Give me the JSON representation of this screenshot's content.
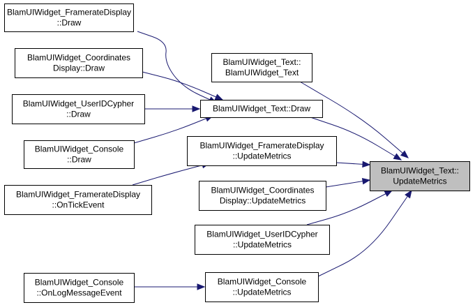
{
  "graph": {
    "edge_color": "#191970",
    "focus_fill": "#bfbfbf",
    "nodes": {
      "framerate_draw": {
        "lines": [
          "BlamUIWidget_FramerateDisplay",
          "::Draw"
        ]
      },
      "coordinates_draw": {
        "lines": [
          "BlamUIWidget_Coordinates",
          "Display::Draw"
        ]
      },
      "userid_draw": {
        "lines": [
          "BlamUIWidget_UserIDCypher",
          "::Draw"
        ]
      },
      "console_draw": {
        "lines": [
          "BlamUIWidget_Console",
          "::Draw"
        ]
      },
      "framerate_tick": {
        "lines": [
          "BlamUIWidget_FramerateDisplay",
          "::OnTickEvent"
        ]
      },
      "console_log": {
        "lines": [
          "BlamUIWidget_Console",
          "::OnLogMessageEvent"
        ]
      },
      "text_ctor": {
        "lines": [
          "BlamUIWidget_Text::",
          "BlamUIWidget_Text"
        ]
      },
      "text_draw": {
        "lines": [
          "BlamUIWidget_Text::Draw"
        ]
      },
      "framerate_update": {
        "lines": [
          "BlamUIWidget_FramerateDisplay",
          "::UpdateMetrics"
        ]
      },
      "coordinates_update": {
        "lines": [
          "BlamUIWidget_Coordinates",
          "Display::UpdateMetrics"
        ]
      },
      "userid_update": {
        "lines": [
          "BlamUIWidget_UserIDCypher",
          "::UpdateMetrics"
        ]
      },
      "console_update": {
        "lines": [
          "BlamUIWidget_Console",
          "::UpdateMetrics"
        ]
      },
      "text_update": {
        "lines": [
          "BlamUIWidget_Text::",
          "UpdateMetrics"
        ],
        "focus": true
      }
    },
    "edges": [
      [
        "framerate_draw",
        "text_draw"
      ],
      [
        "coordinates_draw",
        "text_draw"
      ],
      [
        "userid_draw",
        "text_draw"
      ],
      [
        "console_draw",
        "text_draw"
      ],
      [
        "framerate_tick",
        "framerate_update"
      ],
      [
        "console_log",
        "console_update"
      ],
      [
        "text_ctor",
        "text_update"
      ],
      [
        "text_draw",
        "text_update"
      ],
      [
        "framerate_update",
        "text_update"
      ],
      [
        "coordinates_update",
        "text_update"
      ],
      [
        "userid_update",
        "text_update"
      ],
      [
        "console_update",
        "text_update"
      ]
    ]
  }
}
